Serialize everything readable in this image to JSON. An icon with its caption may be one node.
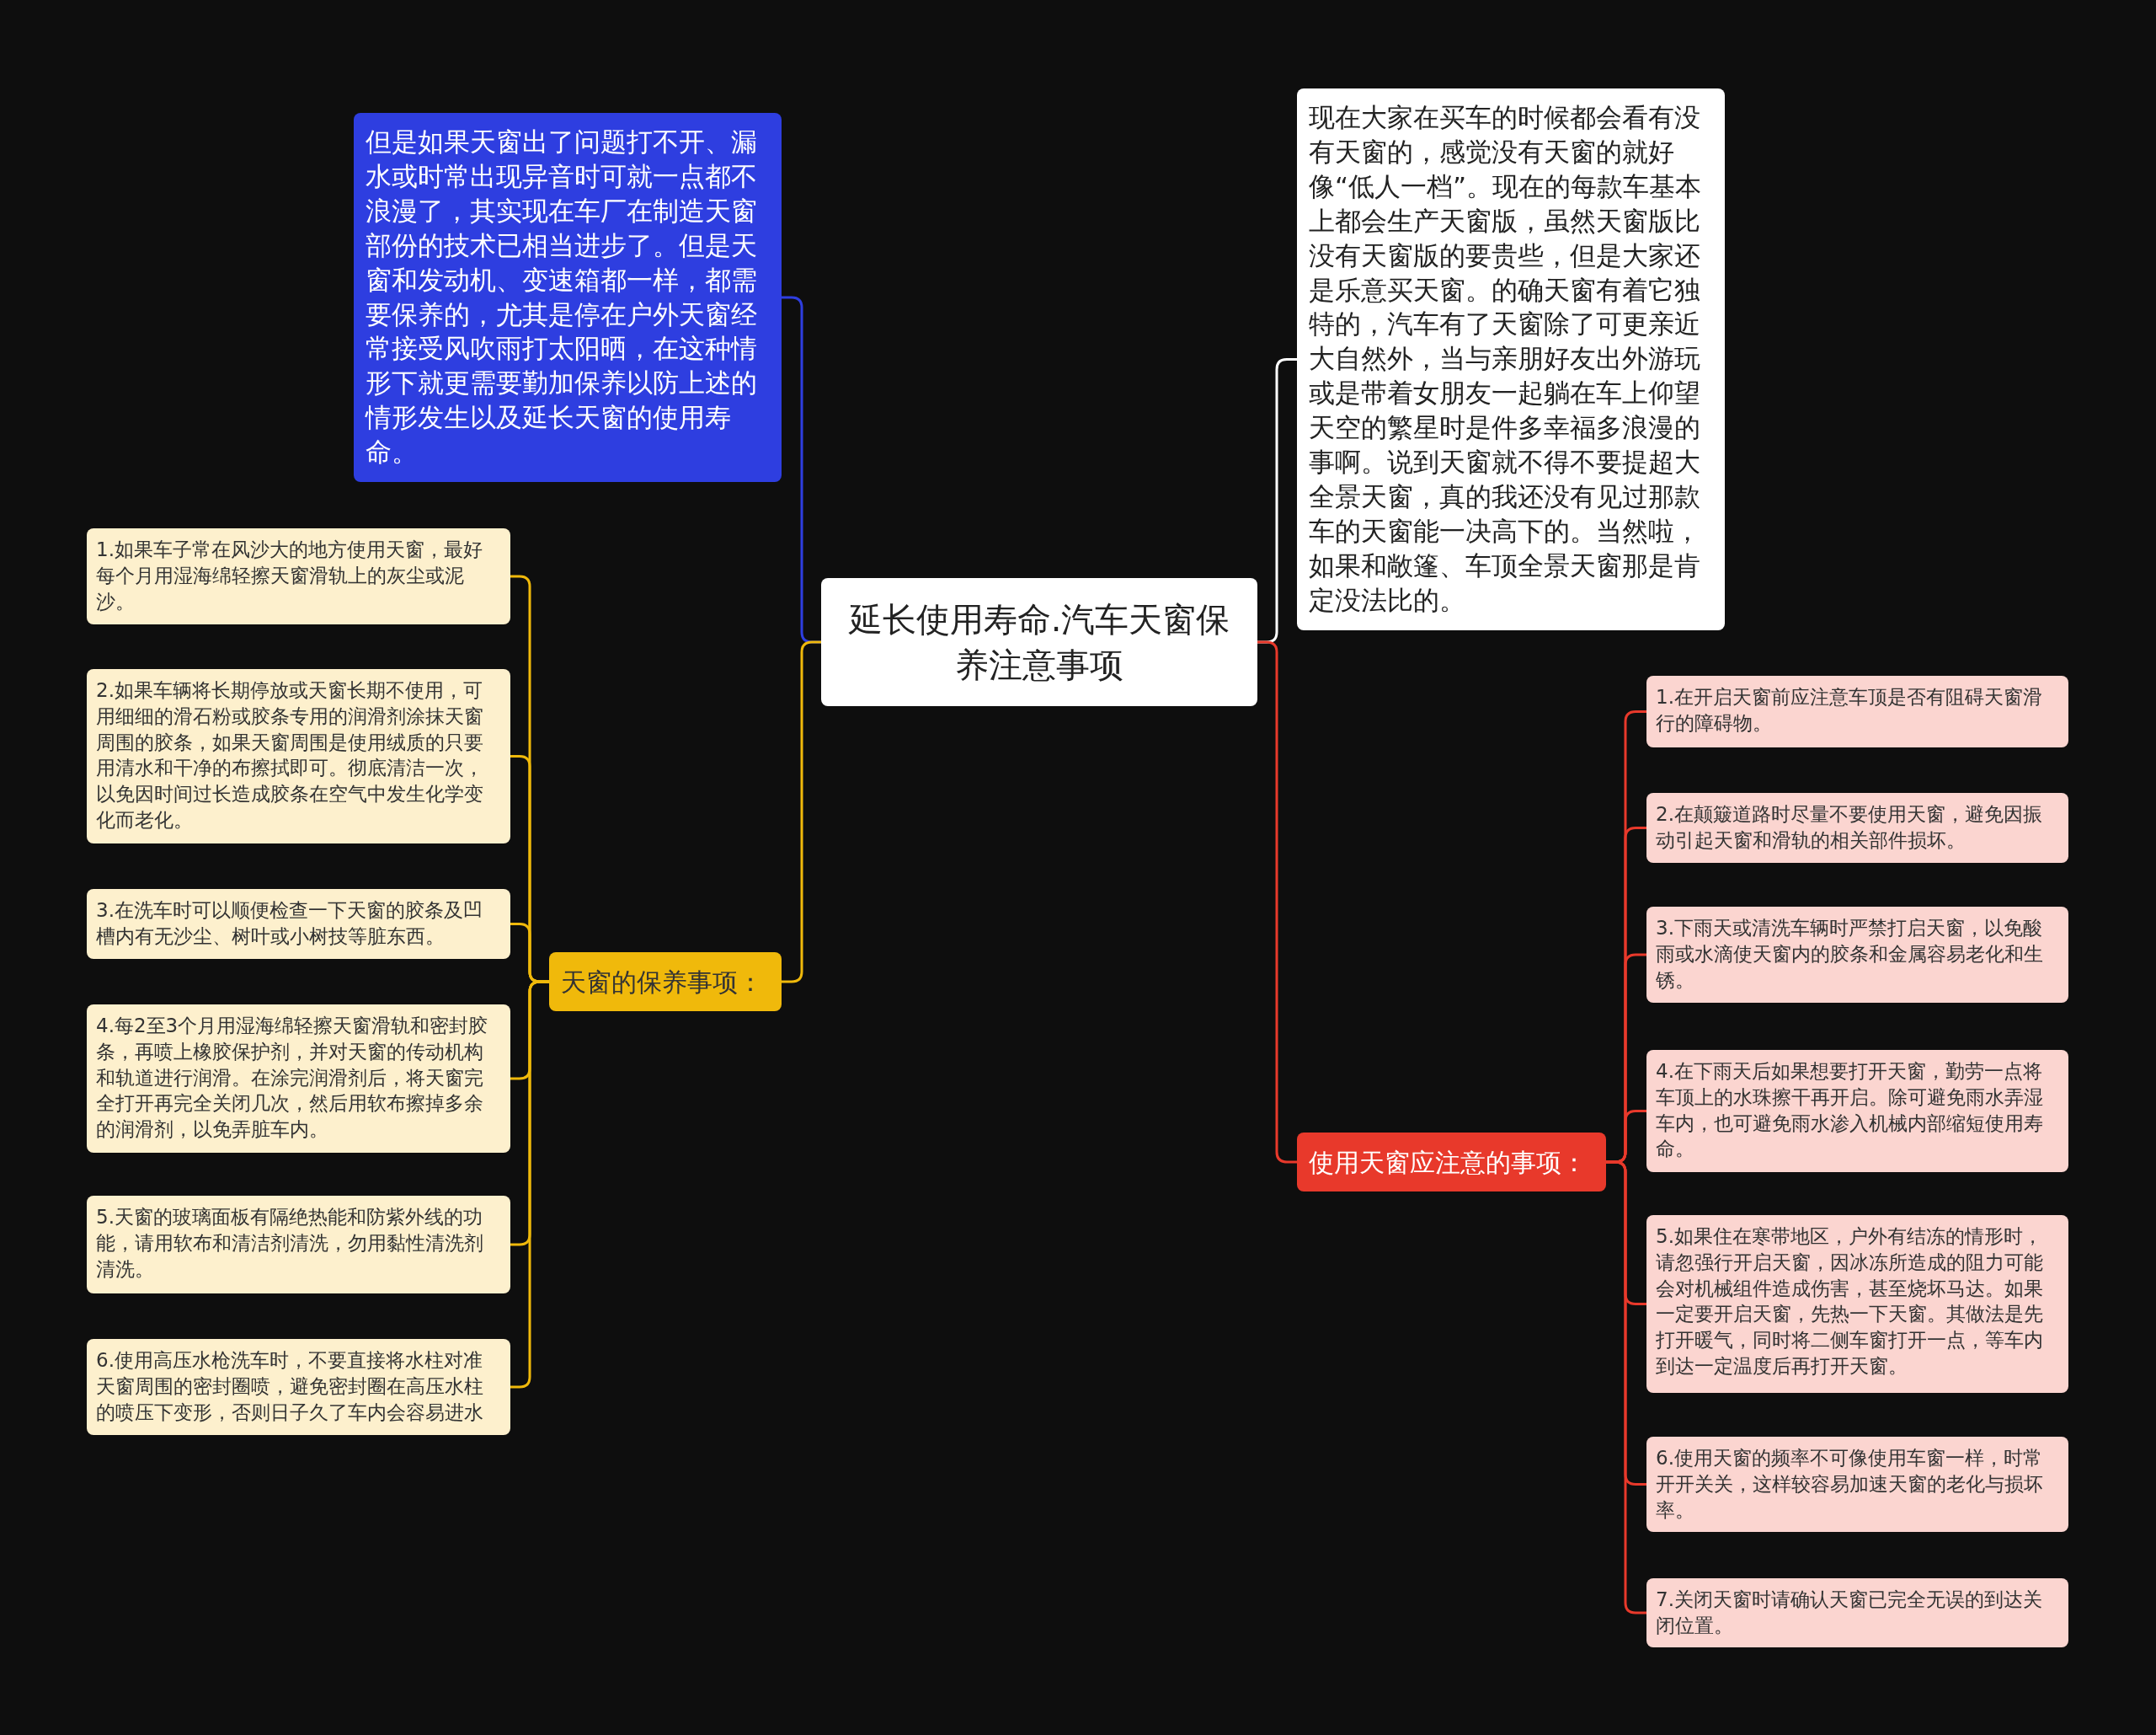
{
  "diagram": {
    "nodes": [
      {
        "text": [
          "延长使用寿命.汽车天窗保养注意事项"
        ]
      },
      {
        "text": [
          "但是如果天窗出了问题打不开、漏水或时常出现异音时可就一点都不浪漫了，其实现在车厂在制造天窗部份的技术已相当进步了。但是天窗和发动机、变速箱都一样，都需要保养的，尤其是停在户外天窗经常接受风吹雨打太阳晒，在这种情形下就更需要勤加保养以防上述的情形发生以及延长天窗的使用寿命。"
        ]
      },
      {
        "text": [
          "天窗的保养事项："
        ]
      },
      {
        "text": [
          "1.如果车子常在风沙大的地方使用天窗，最好每个月用湿海绵轻擦天窗滑轨上的灰尘或泥沙。"
        ]
      },
      {
        "text": [
          "2.如果车辆将长期停放或天窗长期不使用，可用细细的滑石粉或胶条专用的润滑剂涂抹天窗周围的胶条，如果天窗周围是使用绒质的只要用清水和干净的布擦拭即可。彻底清洁一次，以免因时间过长造成胶条在空气中发生化学变化而老化。"
        ]
      },
      {
        "text": [
          "3.在洗车时可以顺便检查一下天窗的胶条及凹槽内有无沙尘、树叶或小树技等脏东西。"
        ]
      },
      {
        "text": [
          "4.每2至3个月用湿海绵轻擦天窗滑轨和密封胶条，再喷上橡胶保护剂，并对天窗的传动机构和轨道进行润滑。在涂完润滑剂后，将天窗完全打开再完全关闭几次，然后用软布擦掉多余的润滑剂，以免弄脏车内。"
        ]
      },
      {
        "text": [
          "5.天窗的玻璃面板有隔绝热能和防紫外线的功能，请用软布和清洁剂清洗，勿用黏性清洗剂清洗。"
        ]
      },
      {
        "text": [
          "6.使用高压水枪洗车时，不要直接将水柱对准天窗周围的密封圈喷，避免密封圈在高压水柱的喷压下变形，否则日子久了车内会容易进水"
        ]
      },
      {
        "text": [
          "现在大家在买车的时候都会看有没有天窗的，感觉没有天窗的就好像“低人一档”。现在的每款车基本上都会生产天窗版，虽然天窗版比没有天窗版的要贵些，但是大家还是乐意买天窗。的确天窗有着它独特的，汽车有了天窗除了可更亲近大自然外，当与亲朋好友出外游玩或是带着女朋友一起躺在车上仰望天空的繁星时是件多幸福多浪漫的事啊。说到天窗就不得不要提超大全景天窗，真的我还没有见过那款车的天窗能一决高下的。当然啦，如果和敞篷、车顶全景天窗那是肯定没法比的。"
        ]
      },
      {
        "text": [
          "使用天窗应注意的事项："
        ]
      },
      {
        "text": [
          "1.在开启天窗前应注意车顶是否有阻碍天窗滑行的障碍物。"
        ]
      },
      {
        "text": [
          "2.在颠簸道路时尽量不要使用天窗，避免因振动引起天窗和滑轨的相关部件损坏。"
        ]
      },
      {
        "text": [
          "3.下雨天或清洗车辆时严禁打启天窗，以免酸雨或水滴使天窗内的胶条和金属容易老化和生锈。"
        ]
      },
      {
        "text": [
          "4.在下雨天后如果想要打开天窗，勤劳一点将车顶上的水珠擦干再开启。除可避免雨水弄湿车内，也可避免雨水渗入机械内部缩短使用寿命。"
        ]
      },
      {
        "text": [
          "5.如果住在寒带地区，户外有结冻的情形时，请忽强行开启天窗，因冰冻所造成的阻力可能会对机械组件造成伤害，甚至烧坏马达。如果一定要开启天窗，先热一下天窗。其做法是先打开暖气，同时将二侧车窗打开一点，等车内到达一定温度后再打开天窗。"
        ]
      },
      {
        "text": [
          "6.使用天窗的频率不可像使用车窗一样，时常开开关关，这样较容易加速天窗的老化与损坏率。"
        ]
      },
      {
        "text": [
          "7.关闭天窗时请确认天窗已完全无误的到达关闭位置。"
        ]
      }
    ],
    "edges": [
      {
        "from": 0,
        "to": 1,
        "arrow": "none",
        "color": "#2e3ee0"
      },
      {
        "from": 0,
        "to": 2,
        "arrow": "none",
        "color": "#f0b90b"
      },
      {
        "from": 2,
        "to": 3,
        "arrow": "none",
        "color": "#f0b90b"
      },
      {
        "from": 2,
        "to": 4,
        "arrow": "none",
        "color": "#f0b90b"
      },
      {
        "from": 2,
        "to": 5,
        "arrow": "none",
        "color": "#f0b90b"
      },
      {
        "from": 2,
        "to": 6,
        "arrow": "none",
        "color": "#f0b90b"
      },
      {
        "from": 2,
        "to": 7,
        "arrow": "none",
        "color": "#f0b90b"
      },
      {
        "from": 2,
        "to": 8,
        "arrow": "none",
        "color": "#f0b90b"
      },
      {
        "from": 0,
        "to": 9,
        "arrow": "none",
        "color": "#ffffff"
      },
      {
        "from": 0,
        "to": 10,
        "arrow": "none",
        "color": "#e8392b"
      },
      {
        "from": 10,
        "to": 11,
        "arrow": "none",
        "color": "#e8392b"
      },
      {
        "from": 10,
        "to": 12,
        "arrow": "none",
        "color": "#e8392b"
      },
      {
        "from": 10,
        "to": 13,
        "arrow": "none",
        "color": "#e8392b"
      },
      {
        "from": 10,
        "to": 14,
        "arrow": "none",
        "color": "#e8392b"
      },
      {
        "from": 10,
        "to": 15,
        "arrow": "none",
        "color": "#e8392b"
      },
      {
        "from": 10,
        "to": 16,
        "arrow": "none",
        "color": "#e8392b"
      },
      {
        "from": 10,
        "to": 17,
        "arrow": "none",
        "color": "#e8392b"
      }
    ]
  }
}
